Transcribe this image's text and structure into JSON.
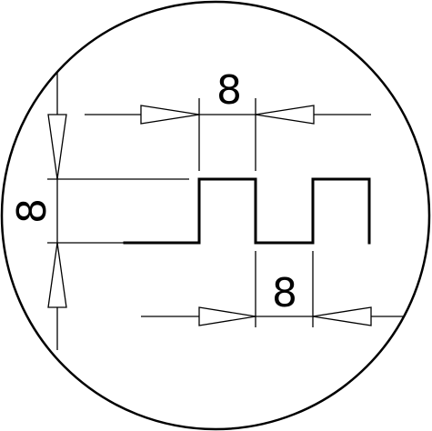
{
  "dimensions": {
    "top_width": "8",
    "left_height": "8",
    "bottom_gap": "8"
  },
  "colors": {
    "line": "#000000",
    "background": "#ffffff"
  }
}
